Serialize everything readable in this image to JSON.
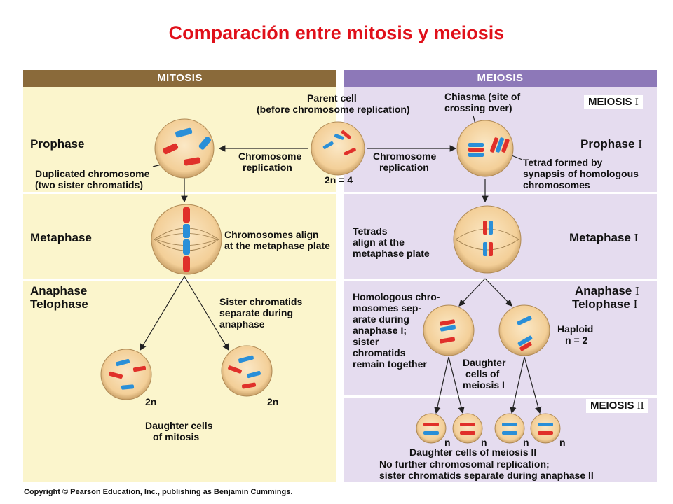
{
  "title": "Comparación entre mitosis y meiosis",
  "headers": {
    "mitosis": "MITOSIS",
    "meiosis": "MEIOSIS"
  },
  "parent": {
    "label1": "Parent cell",
    "label2": "(before chromosome replication)",
    "ploidy": "2n = 4"
  },
  "mitosis": {
    "prophase": "Prophase",
    "metaphase": "Metaphase",
    "anaphase": "Anaphase",
    "telophase": "Telophase",
    "dup_chrom_1": "Duplicated chromosome",
    "dup_chrom_2": "(two sister chromatids)",
    "chrom_repl_1": "Chromosome",
    "chrom_repl_2": "replication",
    "align_1": "Chromosomes align",
    "align_2": "at the metaphase plate",
    "sister_1": "Sister chromatids",
    "sister_2": "separate during",
    "sister_3": "anaphase",
    "daughter_ploidy_a": "2n",
    "daughter_ploidy_b": "2n",
    "daughter_1": "Daughter cells",
    "daughter_2": "of mitosis"
  },
  "meiosis": {
    "meiosis1": "MEIOSIS",
    "meiosis1_num": "I",
    "meiosis2": "MEIOSIS",
    "meiosis2_num": "II",
    "prophase": "Prophase",
    "metaphase": "Metaphase",
    "anaphase": "Anaphase",
    "telophase": "Telophase",
    "roman_i": "I",
    "chiasma_1": "Chiasma (site of",
    "chiasma_2": "crossing over)",
    "chrom_repl_1": "Chromosome",
    "chrom_repl_2": "replication",
    "tetrad_1": "Tetrad formed by",
    "tetrad_2": "synapsis of homologous",
    "tetrad_3": "chromosomes",
    "tetrads_1": "Tetrads",
    "tetrads_2": "align at the",
    "tetrads_3": "metaphase plate",
    "homol_1": "Homologous chro-",
    "homol_2": "mosomes sep-",
    "homol_3": "arate during",
    "homol_4": "anaphase I;",
    "homol_5": "sister",
    "homol_6": "chromatids",
    "homol_7": "remain together",
    "haploid_1": "Haploid",
    "haploid_2": "n = 2",
    "daughter1_1": "Daughter",
    "daughter1_2": "cells of",
    "daughter1_3": "meiosis I",
    "n": "n",
    "daughter2": "Daughter cells of meiosis II",
    "final_1": "No further chromosomal replication;",
    "final_2": "sister chromatids separate during anaphase II"
  },
  "copyright": "Copyright © Pearson Education, Inc., publishing as Benjamin Cummings.",
  "colors": {
    "title": "#e0101a",
    "mitosis_bg": "#fbf5cc",
    "meiosis_bg": "#e5dcef",
    "red_chrom": "#e0302a",
    "blue_chrom": "#2a8fd8",
    "cell": "#f6d7a8"
  }
}
